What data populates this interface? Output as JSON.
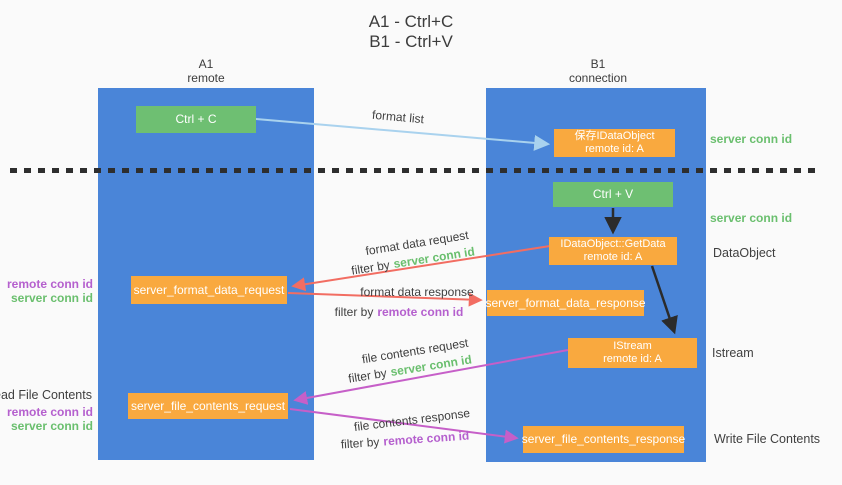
{
  "title": {
    "line1": "A1 - Ctrl+C",
    "line2": "B1 - Ctrl+V"
  },
  "columns": {
    "a1": {
      "name": "A1",
      "subtitle": "remote"
    },
    "b1": {
      "name": "B1",
      "subtitle": "connection"
    }
  },
  "nodes": {
    "ctrl_c": "Ctrl + C",
    "save_idataobject": {
      "line1": "保存IDataObject",
      "line2": "remote id: A"
    },
    "ctrl_v": "Ctrl + V",
    "getdata": {
      "line1": "IDataObject::GetData",
      "line2": "remote id: A"
    },
    "format_request": "server_format_data_request",
    "format_response": "server_format_data_response",
    "istream": {
      "line1": "IStream",
      "line2": "remote id: A"
    },
    "file_request": "server_file_contents_request",
    "file_response": "server_file_contents_response"
  },
  "edge_labels": {
    "format_list": "format list",
    "format_data_request": "format data request",
    "format_data_response": "format data response",
    "file_contents_request": "file contents request",
    "file_contents_response": "file contents response",
    "filter_by": "filter by",
    "server_conn_id": "server conn id",
    "remote_conn_id": "remote conn id"
  },
  "side_labels": {
    "right_server_conn_id_1": "server conn id",
    "right_server_conn_id_2": "server conn id",
    "data_object": "DataObject",
    "istream": "Istream",
    "write_file_contents": "Write File Contents",
    "left_remote_conn_id_1": "remote conn id",
    "left_server_conn_id_1": "server conn id",
    "read_file_contents": "Read File Contents",
    "left_remote_conn_id_2": "remote conn id",
    "left_server_conn_id_2": "server conn id"
  },
  "colors": {
    "lane_blue": "#4a85d8",
    "node_orange": "#f9a93f",
    "node_green": "#6ebf72",
    "arrow_red": "#f26d62",
    "arrow_magenta": "#c65fc8",
    "arrow_lightblue": "#a9d2ee",
    "arrow_black": "#2b2b2b",
    "text_green": "#6abf6e",
    "text_purple": "#b560ce",
    "background": "#fafafa"
  }
}
